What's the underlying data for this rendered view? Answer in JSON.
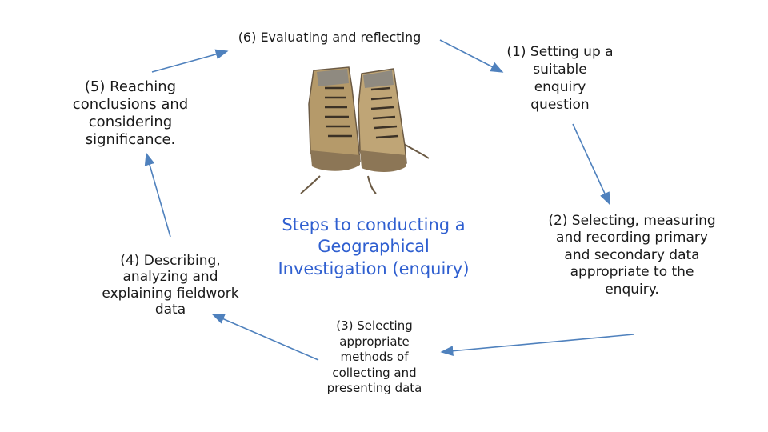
{
  "diagram": {
    "center_title": "Steps to conducting a Geographical Investigation (enquiry)",
    "steps": [
      "(1) Setting up a suitable enquiry question",
      "(2) Selecting, measuring and recording primary and secondary data appropriate to the enquiry.",
      "(3) Selecting appropriate methods of collecting and presenting data",
      "(4) Describing, analyzing and explaining fieldwork data",
      "(5) Reaching conclusions and considering significance.",
      "(6) Evaluating and reflecting"
    ],
    "image": "hiking-boots",
    "colors": {
      "arrow": "#4f81bd",
      "center_text": "#2f5fd0",
      "boot": "#b59a6a"
    }
  }
}
